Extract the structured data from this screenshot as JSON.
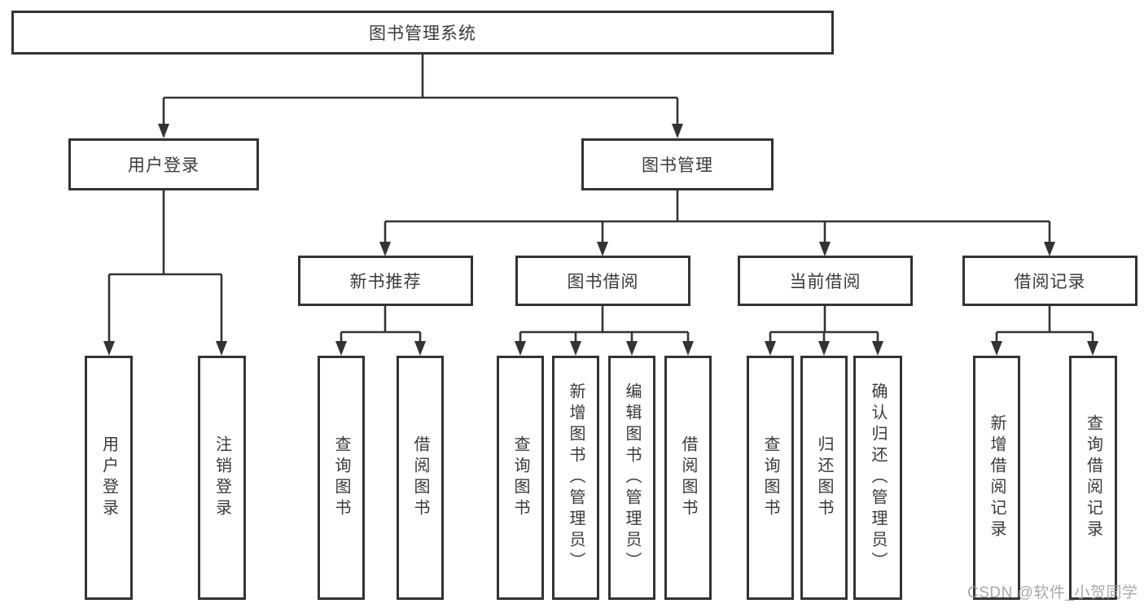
{
  "tree": {
    "root": {
      "label": "图书管理系统",
      "children": [
        {
          "label": "用户登录",
          "children": [
            {
              "label": "用户登录"
            },
            {
              "label": "注销登录"
            }
          ]
        },
        {
          "label": "图书管理",
          "children": [
            {
              "label": "新书推荐",
              "children": [
                {
                  "label": "查询图书"
                },
                {
                  "label": "借阅图书"
                }
              ]
            },
            {
              "label": "图书借阅",
              "children": [
                {
                  "label": "查询图书"
                },
                {
                  "label": "新增图书（管理员）"
                },
                {
                  "label": "编辑图书（管理员）"
                },
                {
                  "label": "借阅图书"
                }
              ]
            },
            {
              "label": "当前借阅",
              "children": [
                {
                  "label": "查询图书"
                },
                {
                  "label": "归还图书"
                },
                {
                  "label": "确认归还（管理员）"
                }
              ]
            },
            {
              "label": "借阅记录",
              "children": [
                {
                  "label": "新增借阅记录"
                },
                {
                  "label": "查询借阅记录"
                }
              ]
            }
          ]
        }
      ]
    }
  },
  "colors": {
    "line": "#333333",
    "text": "#3a3a3a",
    "watermark": "#9e9e9e",
    "background": "#ffffff"
  },
  "watermark": {
    "text": "CSDN @软件_小贺同学"
  }
}
